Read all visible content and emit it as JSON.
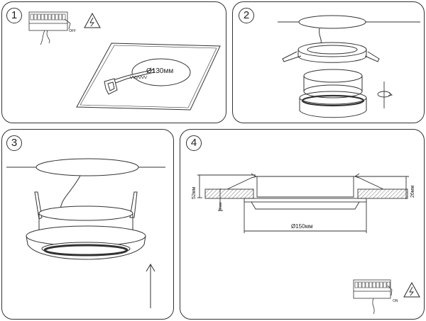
{
  "steps": {
    "step1": {
      "number": "1",
      "cutout_diameter": "Ø130мм",
      "switch_state": "OFF"
    },
    "step2": {
      "number": "2"
    },
    "step3": {
      "number": "3"
    },
    "step4": {
      "number": "4",
      "overall_height": "52мм",
      "ceiling_thickness_left": "26мм",
      "ceiling_thickness_right": "26мм",
      "outer_diameter": "Ø150мм",
      "switch_state": "ON"
    }
  },
  "icons": {
    "hazard": "high-voltage-icon",
    "rotate": "rotate-arrow-icon",
    "up_arrow": "up-arrow-icon",
    "saw": "keyhole-saw-icon",
    "switchboard": "circuit-breaker-panel-icon"
  },
  "colors": {
    "line": "#333333",
    "hatch": "#555555",
    "background": "#ffffff"
  }
}
